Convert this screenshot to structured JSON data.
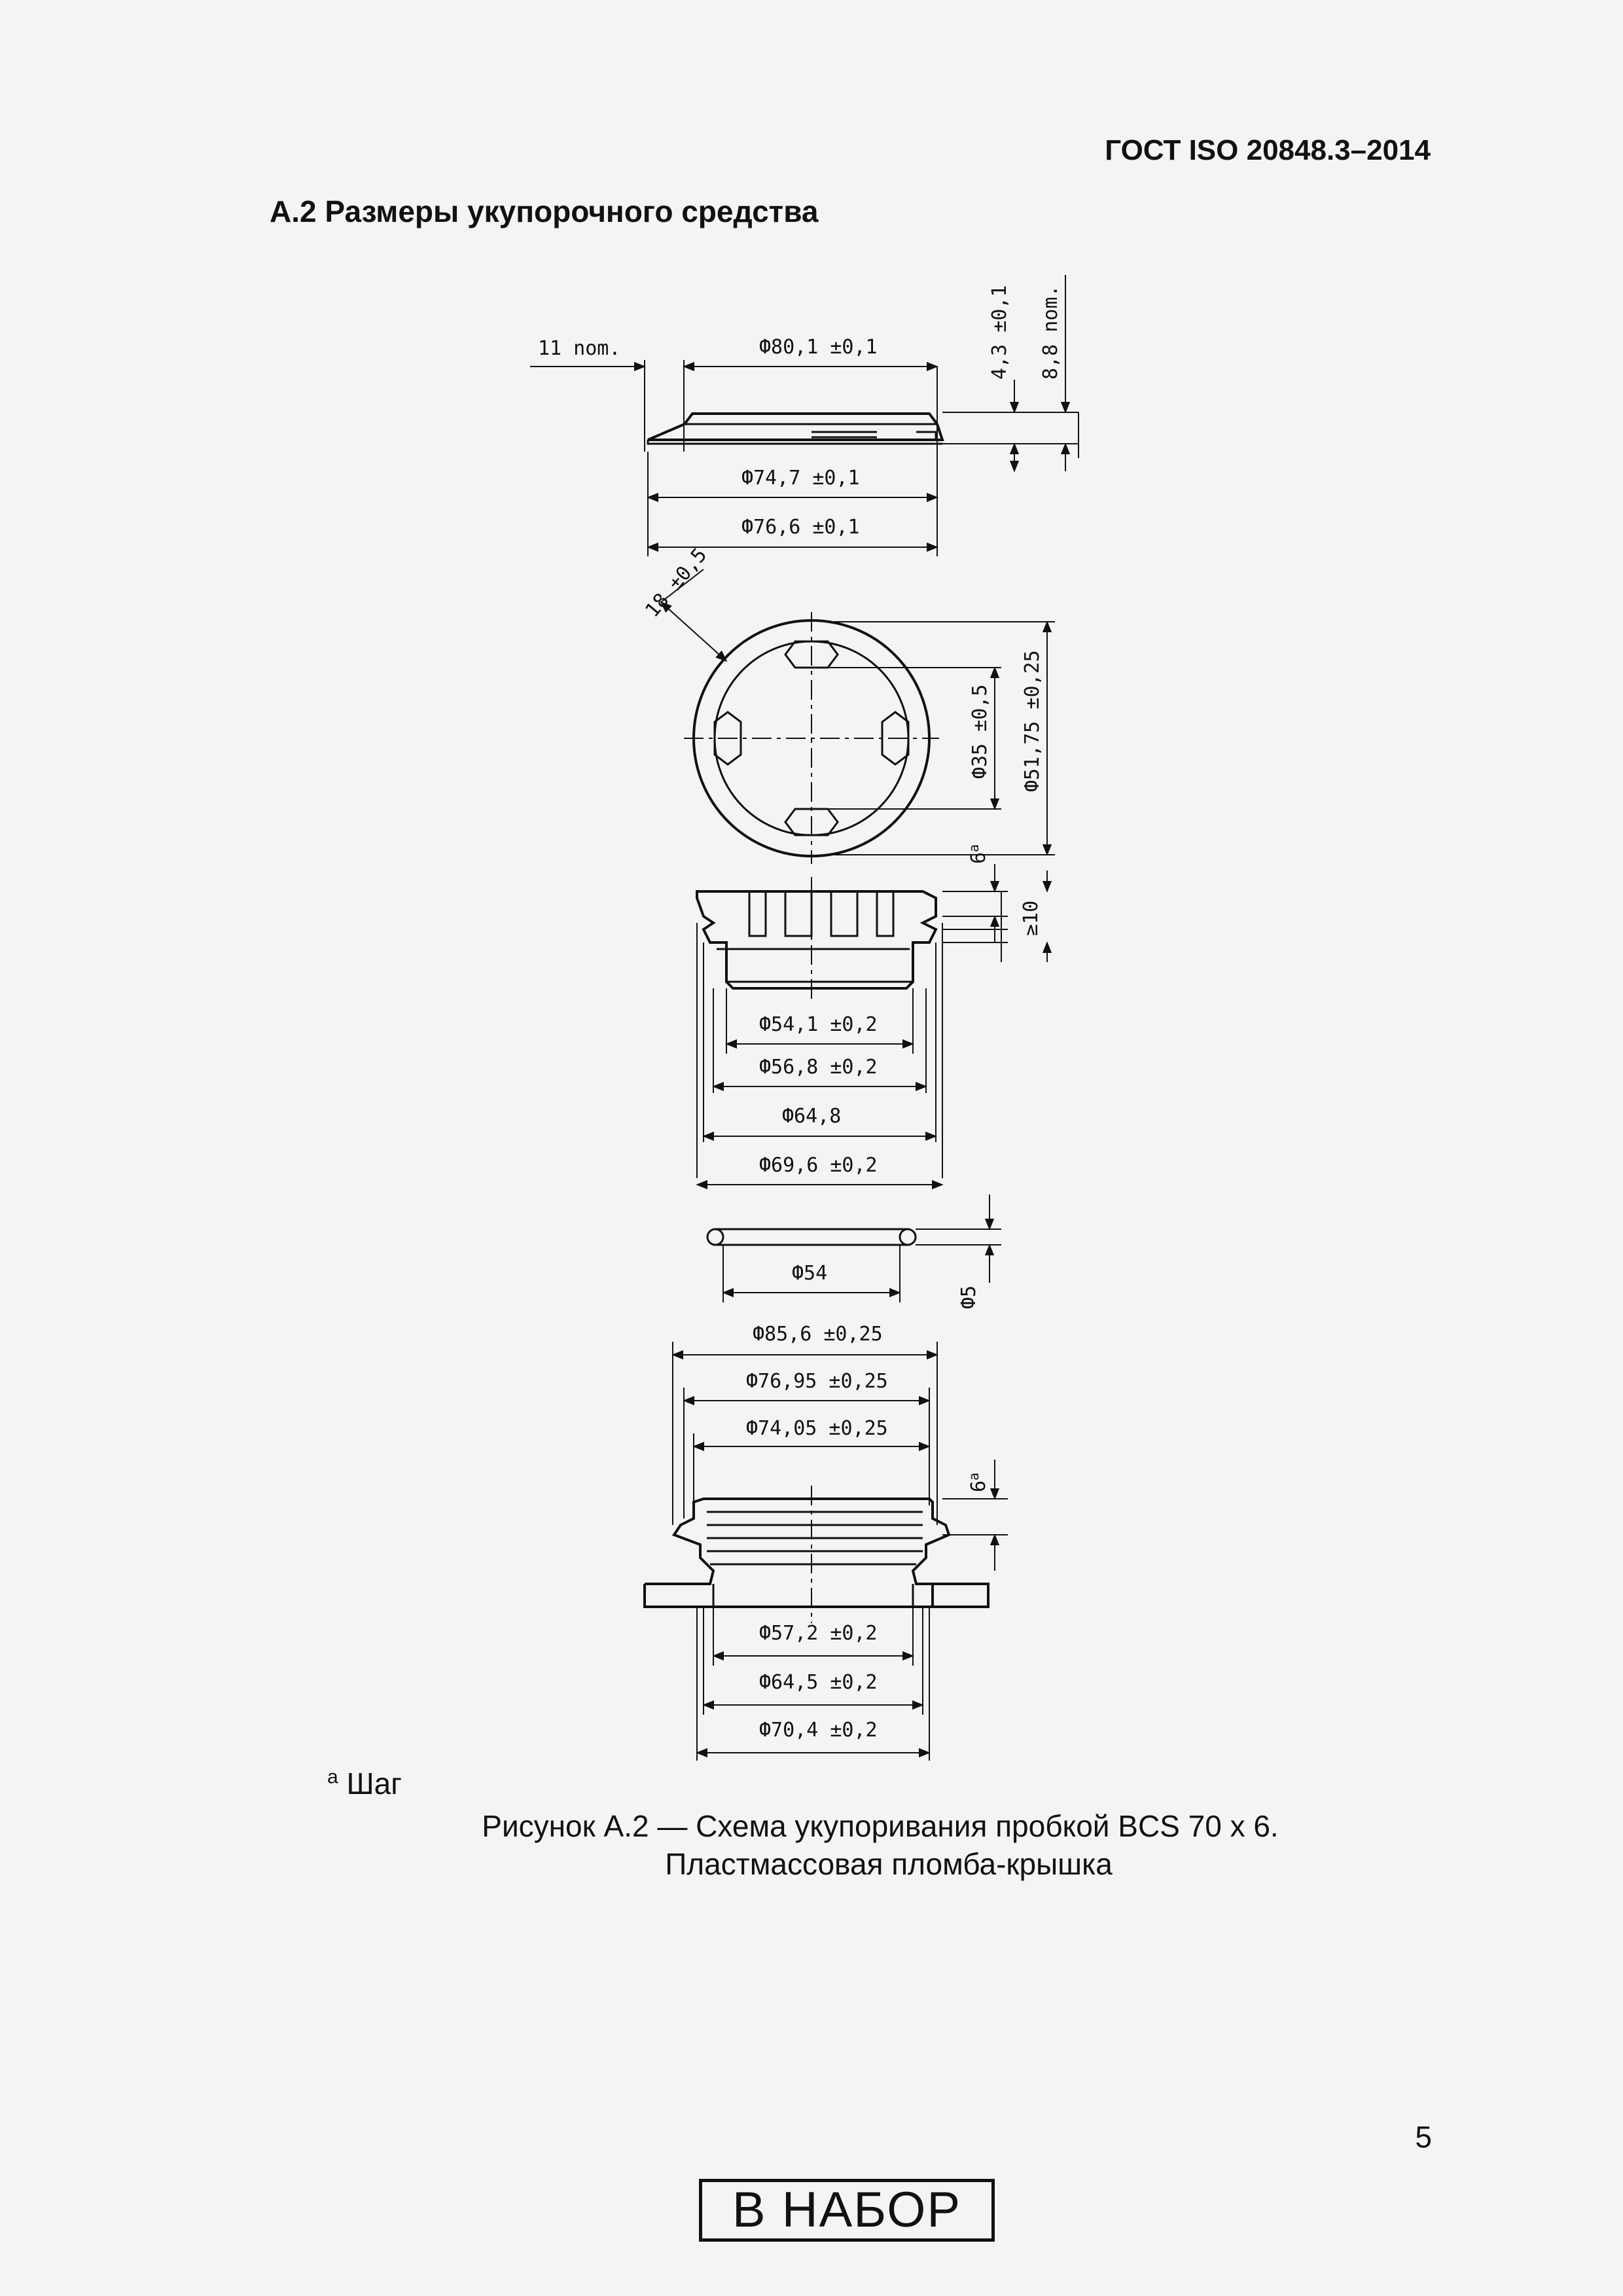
{
  "header": {
    "standard": "ГОСТ ISO 20848.3–2014",
    "section_title": "А.2 Размеры укупорочного средства"
  },
  "drawing": {
    "cap": {
      "nom_11": "11 nom.",
      "d80_1": "Ф80,1 ±0,1",
      "h4_3": "4,3 ±0,1",
      "h8_8": "8,8 nom.",
      "d74_7": "Ф74,7 ±0,1",
      "d76_6": "Ф76,6 ±0,1"
    },
    "top_view": {
      "w18": "18 ±0,5",
      "d35": "Ф35 ±0,5",
      "d51_75": "Ф51,75 ±0,25"
    },
    "plug": {
      "pitch": "6",
      "pitch_sup": "a",
      "min10": "≥10",
      "d54_1": "Ф54,1 ±0,2",
      "d56_8": "Ф56,8 ±0,2",
      "d64_8": "Ф64,8",
      "d69_6": "Ф69,6 ±0,2"
    },
    "gasket": {
      "d54": "Ф54",
      "thick5": "Ф5"
    },
    "flange": {
      "d85_6": "Ф85,6 ±0,25",
      "d76_95": "Ф76,95 ±0,25",
      "d74_05": "Ф74,05 ±0,25",
      "pitch": "6",
      "pitch_sup": "a",
      "d57_2": "Ф57,2 ±0,2",
      "d64_5": "Ф64,5 ±0,2",
      "d70_4": "Ф70,4 ±0,2"
    }
  },
  "footnote": {
    "marker": "a",
    "text": "Шаг"
  },
  "caption": {
    "line1": "Рисунок А.2 — Схема укупоривания пробкой BCS 70 x 6.",
    "line2": "Пластмассовая пломба-крышка"
  },
  "page_number": "5",
  "stamp": "В НАБОР"
}
